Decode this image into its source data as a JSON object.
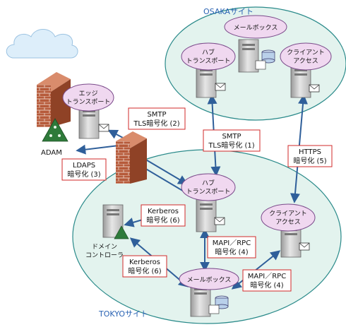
{
  "sites": {
    "osaka": "OSAKAサイト",
    "tokyo": "TOKYOサイト"
  },
  "roles": {
    "edge": [
      "エッジ",
      "トランスポート"
    ],
    "osaka_mailbox": [
      "メールボックス"
    ],
    "osaka_hub": [
      "ハブ",
      "トランスポート"
    ],
    "osaka_cas": [
      "クライアント",
      "アクセス"
    ],
    "tokyo_hub": [
      "ハブ",
      "トランスポート"
    ],
    "tokyo_cas": [
      "クライアント",
      "アクセス"
    ],
    "tokyo_mailbox": [
      "メールボックス"
    ]
  },
  "labels": {
    "adam": "ADAM",
    "domain_controller": [
      "ドメイン",
      "コントローラ"
    ]
  },
  "connections": {
    "smtp_tls_2": [
      "SMTP",
      "TLS暗号化 (2)"
    ],
    "smtp_tls_1": [
      "SMTP",
      "TLS暗号化 (1)"
    ],
    "https_5": [
      "HTTPS",
      "暗号化 (5)"
    ],
    "ldaps_3": [
      "LDAPS",
      "暗号化 (3)"
    ],
    "kerberos_6a": [
      "Kerberos",
      "暗号化 (6)"
    ],
    "kerberos_6b": [
      "Kerberos",
      "暗号化 (6)"
    ],
    "mapi_rpc_4a": [
      "MAPI／RPC",
      "暗号化 (4)"
    ],
    "mapi_rpc_4b": [
      "MAPI／RPC",
      "暗号化 (4)"
    ]
  },
  "colors": {
    "site_fill": "#e3f3ee",
    "role_fill": "#f0d8f0",
    "role_stroke": "#7a4a8a",
    "label_border": "#d22a2a",
    "arrow": "#2f5f9a",
    "cloud_fill": "#ddeefa",
    "brick": "#b65a3a",
    "server": "#cfcfcf"
  }
}
